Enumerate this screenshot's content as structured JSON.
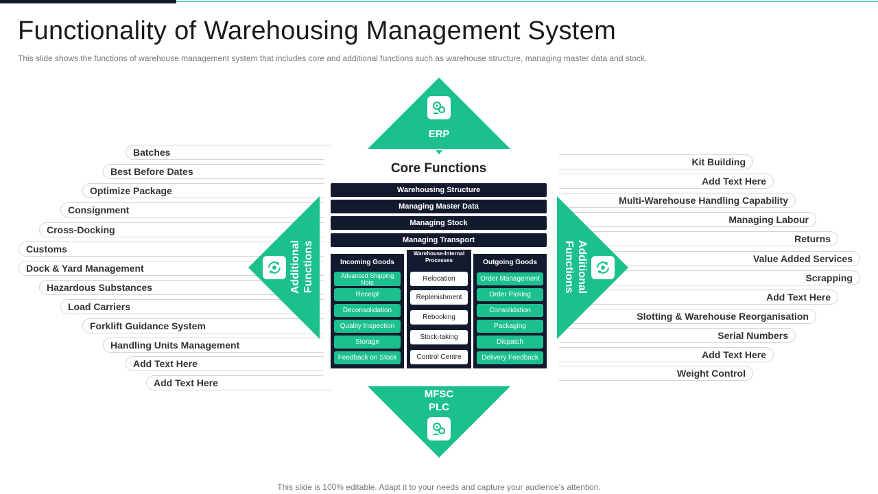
{
  "title": "Functionality of Warehousing Management System",
  "subtitle": "This slide shows the functions of warehouse management system that includes core and additional functions such as warehouse structure, managing master data and stock.",
  "footer": "This slide is 100% editable. Adapt it to your needs and capture your audience’s attention.",
  "colors": {
    "accent": "#1cc08e",
    "dark": "#141a2e"
  },
  "top_label": "ERP",
  "bottom_label": [
    "MFSC",
    "PLC"
  ],
  "left_label": [
    "Additional",
    "Functions"
  ],
  "right_label": [
    "Additional",
    "Functions"
  ],
  "icons": {
    "top": "gear-people-icon",
    "bottom": "gear-people-icon",
    "left": "cycle-gear-icon",
    "right": "cycle-gear-icon"
  },
  "core": {
    "title": "Core Functions",
    "bars": [
      "Warehousing Structure",
      "Managing Master Data",
      "Managing Stock",
      "Managing Transport"
    ],
    "incoming": {
      "title": "Incoming Goods",
      "items": [
        "Advanced Shipping Note",
        "Receipt",
        "Deconsolidation",
        "Quality Inspection",
        "Storage",
        "Feedback on Stock"
      ]
    },
    "internal": {
      "title": "Warehouse-Internal Processes",
      "items": [
        "Relocation",
        "Replenishment",
        "Rebooking",
        "Stock-taking",
        "Control Centre"
      ]
    },
    "outgoing": {
      "title": "Outgoing Goods",
      "items": [
        "Order Management",
        "Order Picking",
        "Consolidation",
        "Packaging",
        "Dispatch",
        "Delivery Feedback"
      ]
    }
  },
  "left_items": [
    "Batches",
    "Best Before Dates",
    "Optimize Package",
    "Consignment",
    "Cross-Docking",
    "Customs",
    "Dock & Yard Management",
    "Hazardous Substances",
    "Load Carriers",
    "Forklift Guidance System",
    "Handling Units Management",
    "Add Text Here",
    "Add Text Here"
  ],
  "right_items": [
    "Kit Building",
    "Add Text Here",
    "Multi-Warehouse Handling Capability",
    "Managing Labour",
    "Returns",
    "Value Added Services",
    "Scrapping",
    "Add Text Here",
    "Slotting & Warehouse Reorganisation",
    "Serial Numbers",
    "Add Text Here",
    "Weight Control"
  ]
}
